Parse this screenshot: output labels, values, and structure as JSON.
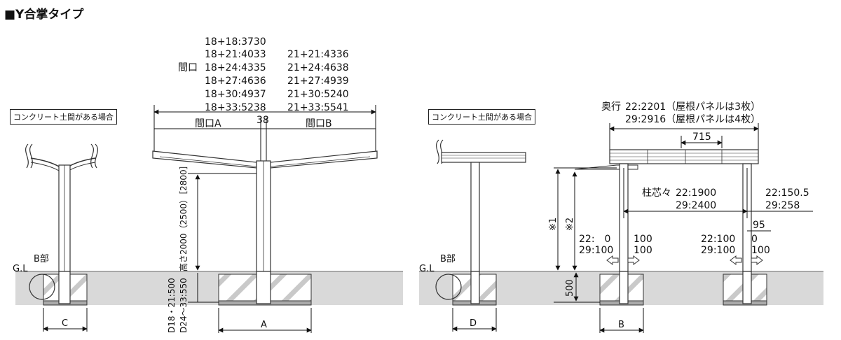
{
  "title": "■Y合掌タイプ",
  "frontage_label": "間口",
  "frontage_table": [
    [
      "18+18:3730",
      ""
    ],
    [
      "18+21:4033",
      "21+21:4336"
    ],
    [
      "18+24:4335",
      "21+24:4638"
    ],
    [
      "18+27:4636",
      "21+27:4939"
    ],
    [
      "18+30:4937",
      "21+30:5240"
    ],
    [
      "18+33:5238",
      "21+33:5541"
    ]
  ],
  "concrete_note": "コンクリート土間がある場合",
  "frontage_a": "間口A",
  "frontage_b": "間口B",
  "dim_38": "38",
  "height_label": "高さ2000（2500）［2800］",
  "depth_label_1": "D18・21:500",
  "depth_label_2": "D24～33:550",
  "gl_label": "G.L",
  "b_part": "B部",
  "dim_a": "A",
  "dim_b": "B",
  "dim_c": "C",
  "dim_d": "D",
  "depth_title": "奥行",
  "depth_22": "22:2201（屋根パネルは3枚）",
  "depth_29": "29:2916（屋根パネルは4枚）",
  "dim_715": "715",
  "pillar_center_label": "柱芯々",
  "pillar_22": "22:1900",
  "pillar_29": "29:2400",
  "right_22": "22:150.5",
  "right_29": "29:258",
  "note_1": "※1",
  "note_2": "※2",
  "dim_95": "95",
  "left_off": [
    "22:　0",
    "29:100"
  ],
  "left_off_r": [
    "100",
    "100"
  ],
  "right_off": [
    "22:100",
    "29:100"
  ],
  "right_off_r": [
    "0",
    "100"
  ],
  "dim_500": "500"
}
